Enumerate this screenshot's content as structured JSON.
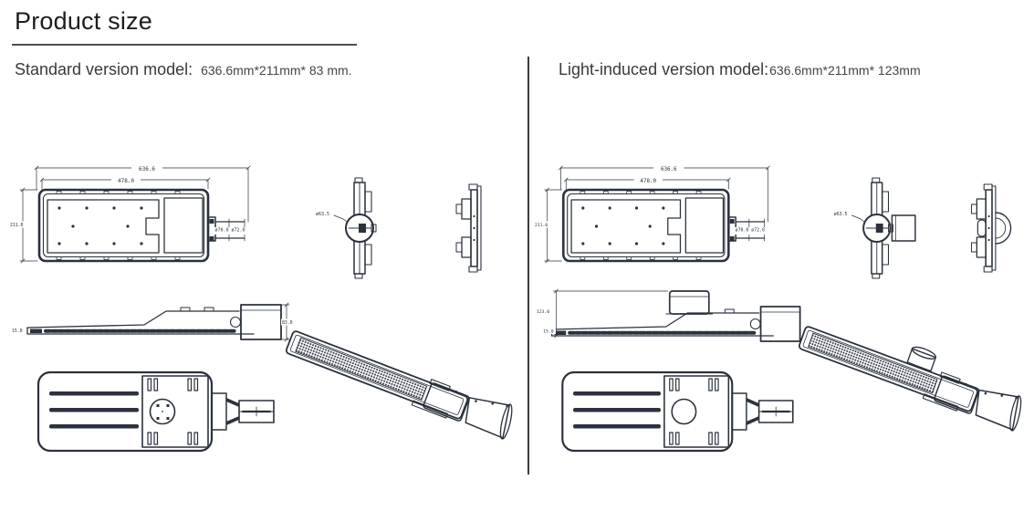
{
  "page": {
    "title": "Product size"
  },
  "panels": {
    "standard": {
      "label": "Standard version model:",
      "size": "636.6mm*211mm* 83 mm.",
      "dims": {
        "length": "636.6",
        "led_length": "478.0",
        "width": "211.0",
        "tube_outer": "ø70.0",
        "tube_end": "ø72.0",
        "pole": "ø63.5",
        "height": "83.0",
        "tip": "15.0"
      }
    },
    "light_induced": {
      "label": "Light-induced version model:",
      "size": "636.6mm*211mm* 123mm",
      "dims": {
        "length": "636.6",
        "led_length": "478.0",
        "width": "211.0",
        "tube_outer": "ø70.0",
        "tube_end": "ø72.0",
        "pole": "ø63.5",
        "height": "123.0",
        "tip": "15.0"
      }
    }
  },
  "colors": {
    "line": "#2b323d",
    "text": "#3a3a3a",
    "divider": "#3c3c3c"
  }
}
